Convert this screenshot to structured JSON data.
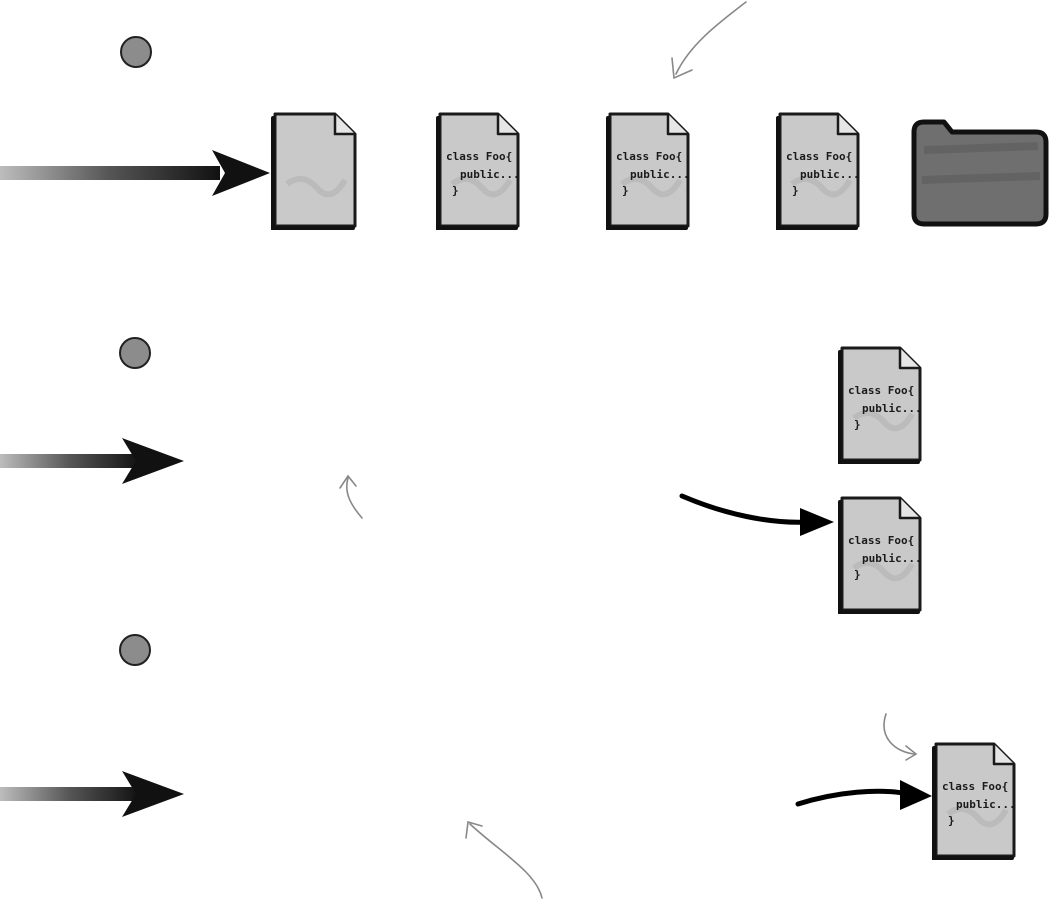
{
  "steps": [
    {
      "id": "step-1"
    },
    {
      "id": "step-2"
    },
    {
      "id": "step-3"
    }
  ],
  "code_doc": {
    "line1": "class Foo{",
    "line2": "public...",
    "line3": "}"
  },
  "colors": {
    "doc_fill": "#c9c9c9",
    "doc_outline": "#1a1a1a",
    "folder_fill": "#6f6f6f",
    "step_dot": "#8c8c8c",
    "arrow": "#111111",
    "annotation_arrow": "#888888"
  },
  "icons": {
    "document": "source-file-icon",
    "blank_document": "blank-file-icon",
    "folder": "folder-icon"
  }
}
